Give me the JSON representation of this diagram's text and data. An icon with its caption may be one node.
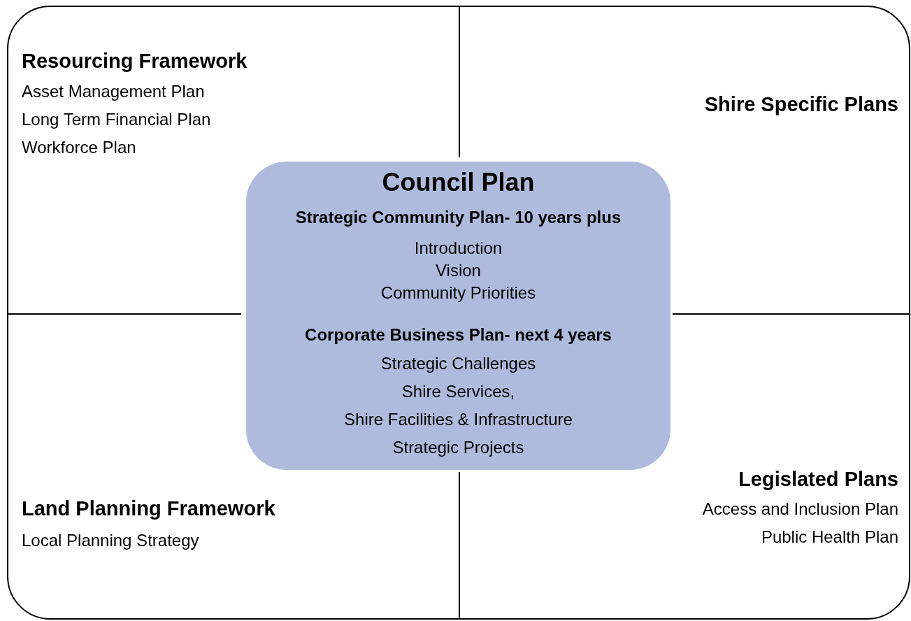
{
  "diagram": {
    "nodes": [
      {
        "text": [],
        "shape": "box"
      },
      {
        "text": [
          "Resourcing Framework",
          "Asset Management Plan",
          "Long Term Financial Plan",
          "Workforce Plan"
        ],
        "in": 0
      },
      {
        "text": [
          "Shire Specific Plans"
        ],
        "in": 0
      },
      {
        "text": [
          "Land Planning Framework",
          "Local Planning Strategy"
        ],
        "in": 0
      },
      {
        "text": [
          "Legislated Plans",
          "Access and Inclusion Plan",
          "Public Health Plan"
        ],
        "in": 0
      },
      {
        "text": [
          "Council Plan",
          "Strategic Community Plan- 10 years plus",
          "Introduction",
          "Vision",
          "Community Priorities",
          "Corporate Business Plan- next 4 years",
          "Strategic Challenges",
          "Shire Services,",
          "Shire Facilities & Infrastructure",
          "Strategic Projects"
        ],
        "in": 0
      }
    ],
    "edges": []
  }
}
